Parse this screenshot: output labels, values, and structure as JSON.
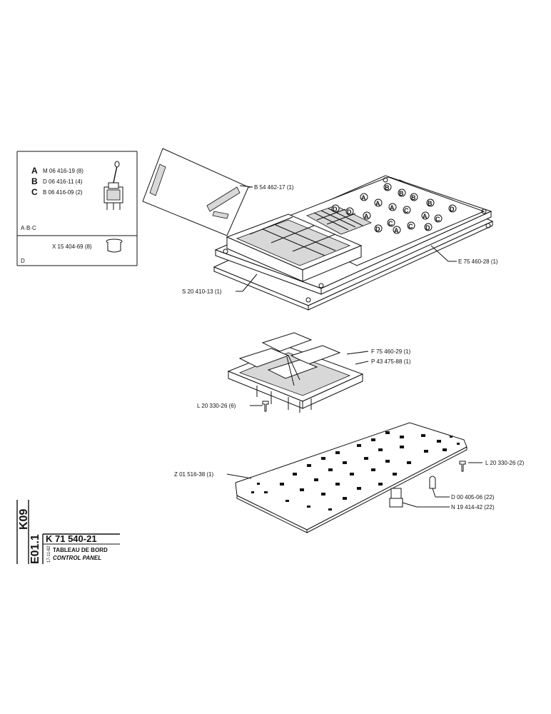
{
  "inset": {
    "variants": [
      {
        "letter": "A",
        "code": "M 06 416-19 (8)"
      },
      {
        "letter": "B",
        "code": "D 06 416-11 (4)"
      },
      {
        "letter": "C",
        "code": "B 06 416-09 (2)"
      }
    ],
    "abc_label": "A·B·C",
    "d_part": "X 15 404-69 (8)",
    "d_label": "D"
  },
  "callouts": {
    "label_card": "B 54 462-17 (1)",
    "frame": "E 75 460-28 (1)",
    "housing": "S 20 410-13 (1)",
    "cover": "F 75 460-29 (1)",
    "plate": "P 43 475-88 (1)",
    "screw_left": "L 20 330-26 (6)",
    "screw_right": "L 20 330-26 (2)",
    "board": "Z 01 516-38 (1)",
    "bulb": "D 00 405-06 (22)",
    "socket": "N 19 414-42 (22)"
  },
  "keypad": {
    "rows": [
      [
        "A",
        "B",
        "B"
      ],
      [
        "D",
        "A",
        "B",
        "B"
      ],
      [
        "D",
        "A",
        "C",
        "D"
      ],
      [
        "A",
        "C",
        "A",
        "C"
      ],
      [
        "D",
        "A",
        "C",
        "D"
      ]
    ]
  },
  "title_block": {
    "part_number": "K 71 540-21",
    "title_fr": "TABLEAU DE BORD",
    "title_en": "CONTROL PANEL",
    "side_codes": [
      "K09",
      "E01.1"
    ],
    "date": "17-11-82"
  }
}
